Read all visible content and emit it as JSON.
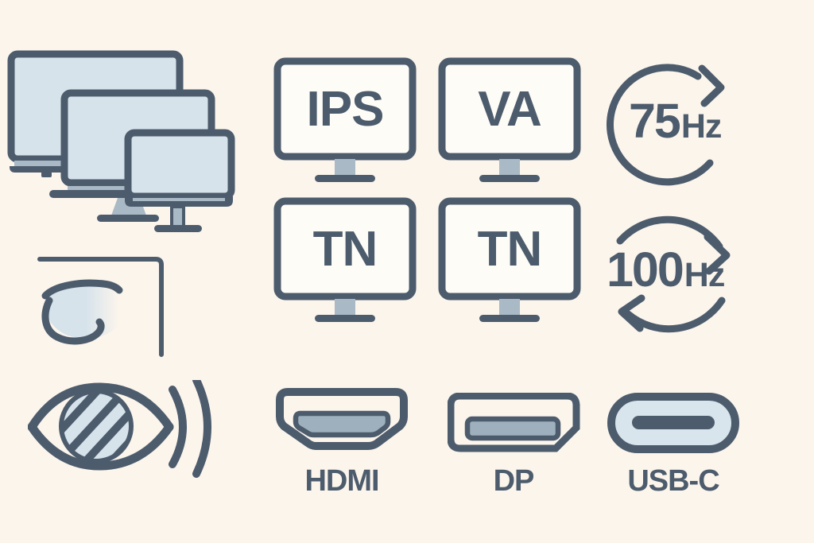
{
  "palette": {
    "background": "#FCF5EC",
    "ink": "#4D5C6D",
    "screen_blue": "#D7E3EB",
    "screen_white": "#FEFCF7",
    "stand_gray": "#A9B9C5",
    "slot_gray": "#9EB0BD",
    "usbc_fill": "#D9E5EC"
  },
  "panels": {
    "items": [
      {
        "label": "IPS"
      },
      {
        "label": "VA"
      },
      {
        "label": "TN"
      },
      {
        "label": "TN"
      }
    ]
  },
  "refresh_rates": {
    "items": [
      {
        "value": "75",
        "unit": "Hz"
      },
      {
        "value": "100",
        "unit": "Hz"
      }
    ]
  },
  "ports": {
    "items": [
      {
        "label": "HDMI"
      },
      {
        "label": "DP"
      },
      {
        "label": "USB-C"
      }
    ]
  },
  "icons": {
    "monitor_sizes": "overlapping-monitors-icon",
    "viewing_angle": "screen-corner-and-eye-icon",
    "eye_care": "striped-eye-with-waves-icon",
    "refresh_75": "clockwise-circle-arrow-icon",
    "refresh_100": "sync-arrows-icon",
    "hdmi": "hdmi-port-icon",
    "dp": "displayport-port-icon",
    "usbc": "usb-c-port-icon"
  }
}
